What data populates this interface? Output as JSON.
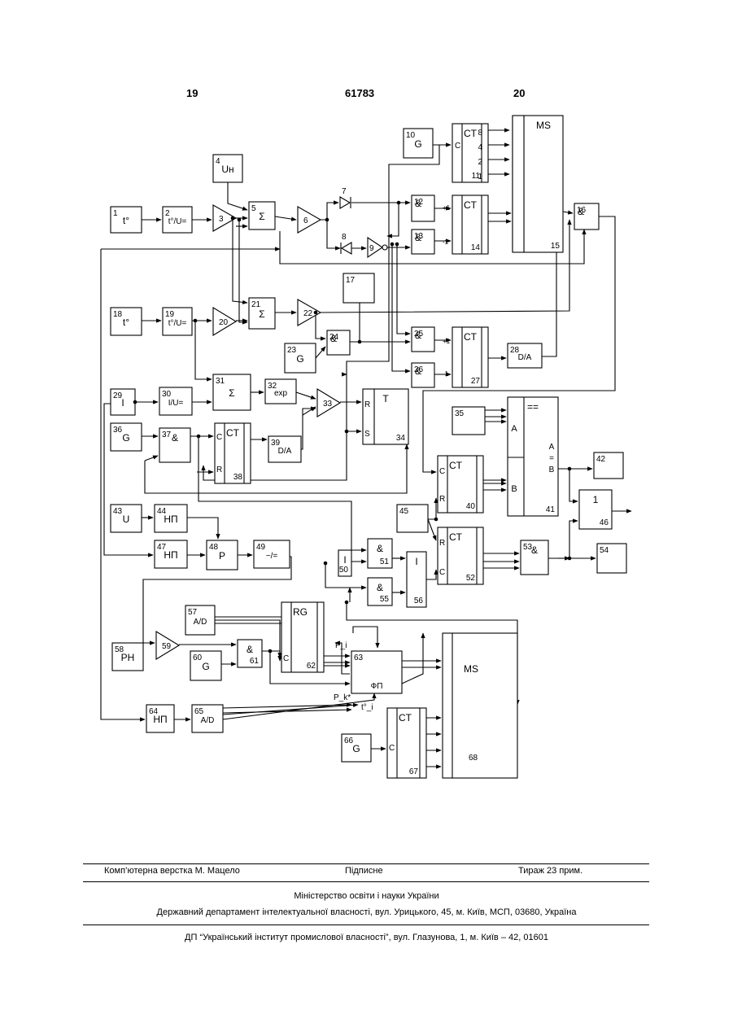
{
  "header": {
    "left_page": "19",
    "patent_number": "61783",
    "right_page": "20"
  },
  "footer": {
    "layout": "Комп’ютерна верстка М. Мацело",
    "signed": "Підписне",
    "circulation": "Тираж 23 прим.",
    "ministry": "Міністерство освіти і науки України",
    "department": "Державний департамент інтелектуальної власності, вул. Урицького, 45, м. Київ, МСП, 03680, Україна",
    "institute": "ДП “Український інститут промислової власності”, вул. Глазунова, 1, м. Київ – 42, 01601"
  },
  "diagram": {
    "blocks": [
      {
        "id": "b1",
        "num": "1",
        "label": "t°"
      },
      {
        "id": "b2",
        "num": "2",
        "label": "t°/U="
      },
      {
        "id": "b3",
        "num": "3",
        "label": ""
      },
      {
        "id": "b4",
        "num": "4",
        "label": "Uн"
      },
      {
        "id": "b5",
        "num": "5",
        "label": "Σ"
      },
      {
        "id": "b6",
        "num": "6",
        "label": ""
      },
      {
        "id": "b7",
        "num": "7",
        "label": ""
      },
      {
        "id": "b8",
        "num": "8",
        "label": ""
      },
      {
        "id": "b9",
        "num": "9",
        "label": ""
      },
      {
        "id": "b10",
        "num": "10",
        "label": "G"
      },
      {
        "id": "b11",
        "num": "11",
        "label": "CT"
      },
      {
        "id": "b12",
        "num": "12",
        "label": "&"
      },
      {
        "id": "b13",
        "num": "13",
        "label": "&"
      },
      {
        "id": "b14",
        "num": "14",
        "label": "CT"
      },
      {
        "id": "b15",
        "num": "15",
        "label": "MS"
      },
      {
        "id": "b16",
        "num": "16",
        "label": "&"
      },
      {
        "id": "b17",
        "num": "17",
        "label": ""
      },
      {
        "id": "b18",
        "num": "18",
        "label": "t°"
      },
      {
        "id": "b19",
        "num": "19",
        "label": "t°/U="
      },
      {
        "id": "b20",
        "num": "20",
        "label": ""
      },
      {
        "id": "b21",
        "num": "21",
        "label": "Σ"
      },
      {
        "id": "b22",
        "num": "22",
        "label": ""
      },
      {
        "id": "b23",
        "num": "23",
        "label": "G"
      },
      {
        "id": "b24",
        "num": "24",
        "label": "&"
      },
      {
        "id": "b25",
        "num": "25",
        "label": "&"
      },
      {
        "id": "b26",
        "num": "26",
        "label": "&"
      },
      {
        "id": "b27",
        "num": "27",
        "label": "CT"
      },
      {
        "id": "b28",
        "num": "28",
        "label": "D/A"
      },
      {
        "id": "b29",
        "num": "29",
        "label": "I"
      },
      {
        "id": "b30",
        "num": "30",
        "label": "I/U="
      },
      {
        "id": "b31",
        "num": "31",
        "label": "Σ"
      },
      {
        "id": "b32",
        "num": "32",
        "label": "exp"
      },
      {
        "id": "b33",
        "num": "33",
        "label": ""
      },
      {
        "id": "b34",
        "num": "34",
        "label": "T"
      },
      {
        "id": "b35",
        "num": "35",
        "label": ""
      },
      {
        "id": "b36",
        "num": "36",
        "label": "G"
      },
      {
        "id": "b37",
        "num": "37",
        "label": "&"
      },
      {
        "id": "b38",
        "num": "38",
        "label": "CT"
      },
      {
        "id": "b39",
        "num": "39",
        "label": "D/A"
      },
      {
        "id": "b40",
        "num": "40",
        "label": "CT"
      },
      {
        "id": "b41",
        "num": "41",
        "label": "=="
      },
      {
        "id": "b42",
        "num": "42",
        "label": ""
      },
      {
        "id": "b43",
        "num": "43",
        "label": "U"
      },
      {
        "id": "b44",
        "num": "44",
        "label": "НП"
      },
      {
        "id": "b45",
        "num": "45",
        "label": ""
      },
      {
        "id": "b46",
        "num": "46",
        "label": "1"
      },
      {
        "id": "b47",
        "num": "47",
        "label": "НП"
      },
      {
        "id": "b48",
        "num": "48",
        "label": "P"
      },
      {
        "id": "b49",
        "num": "49",
        "label": "~/="
      },
      {
        "id": "b50",
        "num": "50",
        "label": "I"
      },
      {
        "id": "b51",
        "num": "51",
        "label": "&"
      },
      {
        "id": "b52",
        "num": "52",
        "label": "CT"
      },
      {
        "id": "b53",
        "num": "53",
        "label": "&"
      },
      {
        "id": "b54",
        "num": "54",
        "label": ""
      },
      {
        "id": "b55",
        "num": "55",
        "label": "&"
      },
      {
        "id": "b56",
        "num": "56",
        "label": "I"
      },
      {
        "id": "b57",
        "num": "57",
        "label": "A/D"
      },
      {
        "id": "b58",
        "num": "58",
        "label": "PH"
      },
      {
        "id": "b59",
        "num": "59",
        "label": ""
      },
      {
        "id": "b60",
        "num": "60",
        "label": "G"
      },
      {
        "id": "b61",
        "num": "61",
        "label": "&"
      },
      {
        "id": "b62",
        "num": "62",
        "label": "RG"
      },
      {
        "id": "b63",
        "num": "63",
        "label": "ФП"
      },
      {
        "id": "b64",
        "num": "64",
        "label": "НП"
      },
      {
        "id": "b65",
        "num": "65",
        "label": "A/D"
      },
      {
        "id": "b66",
        "num": "66",
        "label": "G"
      },
      {
        "id": "b67",
        "num": "67",
        "label": "CT"
      },
      {
        "id": "b68",
        "num": "68",
        "label": "MS"
      }
    ],
    "port_labels": {
      "ct11_bits": [
        "8",
        "4",
        "2",
        "1"
      ],
      "c": "C",
      "r": "R",
      "s": "S",
      "plus1": "+1",
      "minus1": "-1",
      "a": "A",
      "b": "B",
      "a_eq_b": "A = B",
      "p_i": "P_i",
      "p_k": "P_k*",
      "t_i": "t°_i"
    }
  }
}
